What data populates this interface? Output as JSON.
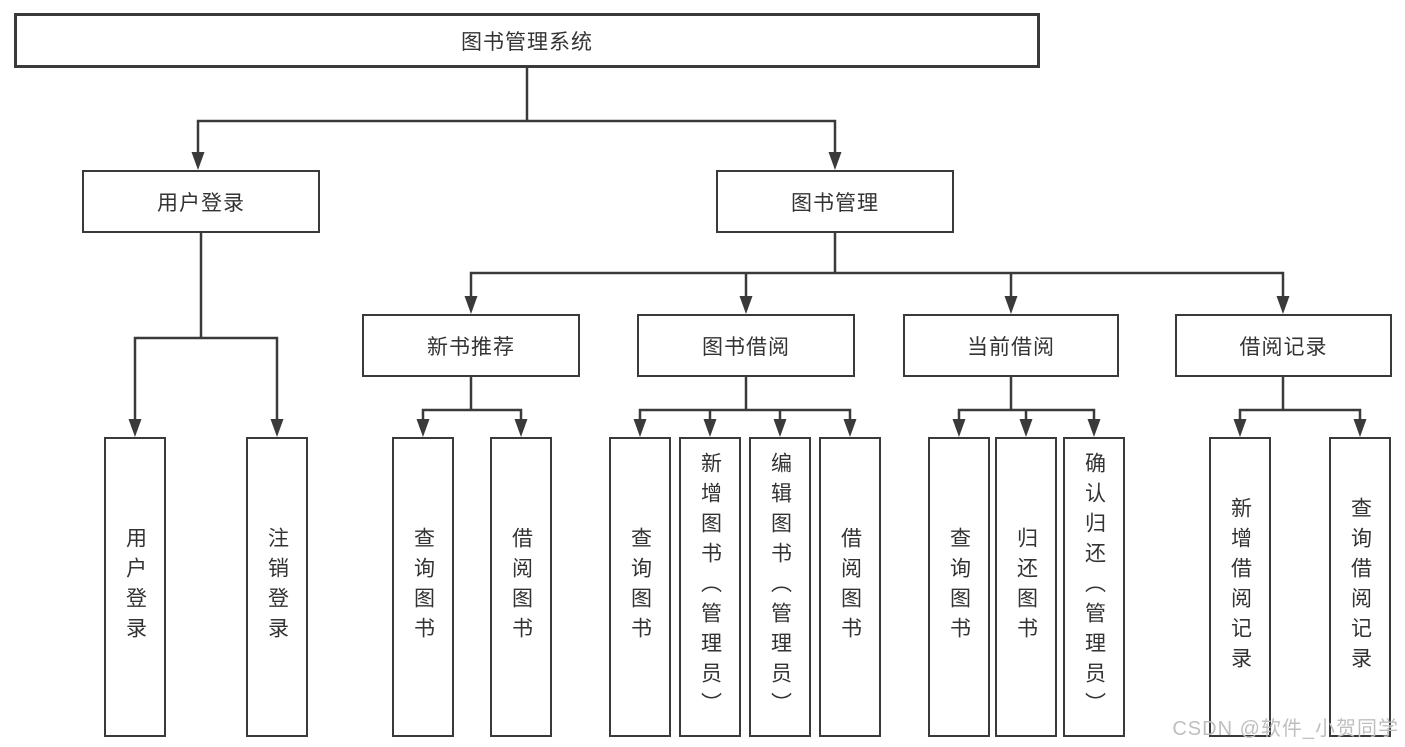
{
  "diagram": {
    "title": "图书管理系统",
    "root": {
      "label": "图书管理系统"
    },
    "level2": [
      {
        "label": "用户登录"
      },
      {
        "label": "图书管理"
      }
    ],
    "level3": [
      {
        "label": "新书推荐"
      },
      {
        "label": "图书借阅"
      },
      {
        "label": "当前借阅"
      },
      {
        "label": "借阅记录"
      }
    ],
    "leaves": [
      {
        "label": "用户登录",
        "parent": "用户登录"
      },
      {
        "label": "注销登录",
        "parent": "用户登录"
      },
      {
        "label": "查询图书",
        "parent": "新书推荐"
      },
      {
        "label": "借阅图书",
        "parent": "新书推荐"
      },
      {
        "label": "查询图书",
        "parent": "图书借阅"
      },
      {
        "label": "新增图书（管理员）",
        "parent": "图书借阅"
      },
      {
        "label": "编辑图书（管理员）",
        "parent": "图书借阅"
      },
      {
        "label": "借阅图书",
        "parent": "图书借阅"
      },
      {
        "label": "查询图书",
        "parent": "当前借阅"
      },
      {
        "label": "归还图书",
        "parent": "当前借阅"
      },
      {
        "label": "确认归还（管理员）",
        "parent": "当前借阅"
      },
      {
        "label": "新增借阅记录",
        "parent": "借阅记录"
      },
      {
        "label": "查询借阅记录",
        "parent": "借阅记录"
      }
    ],
    "watermark": "CSDN @软件_小贺同学",
    "colors": {
      "line": "#3a3a3a",
      "text": "#333333",
      "watermark": "#bfbfbf",
      "background": "#ffffff"
    }
  }
}
